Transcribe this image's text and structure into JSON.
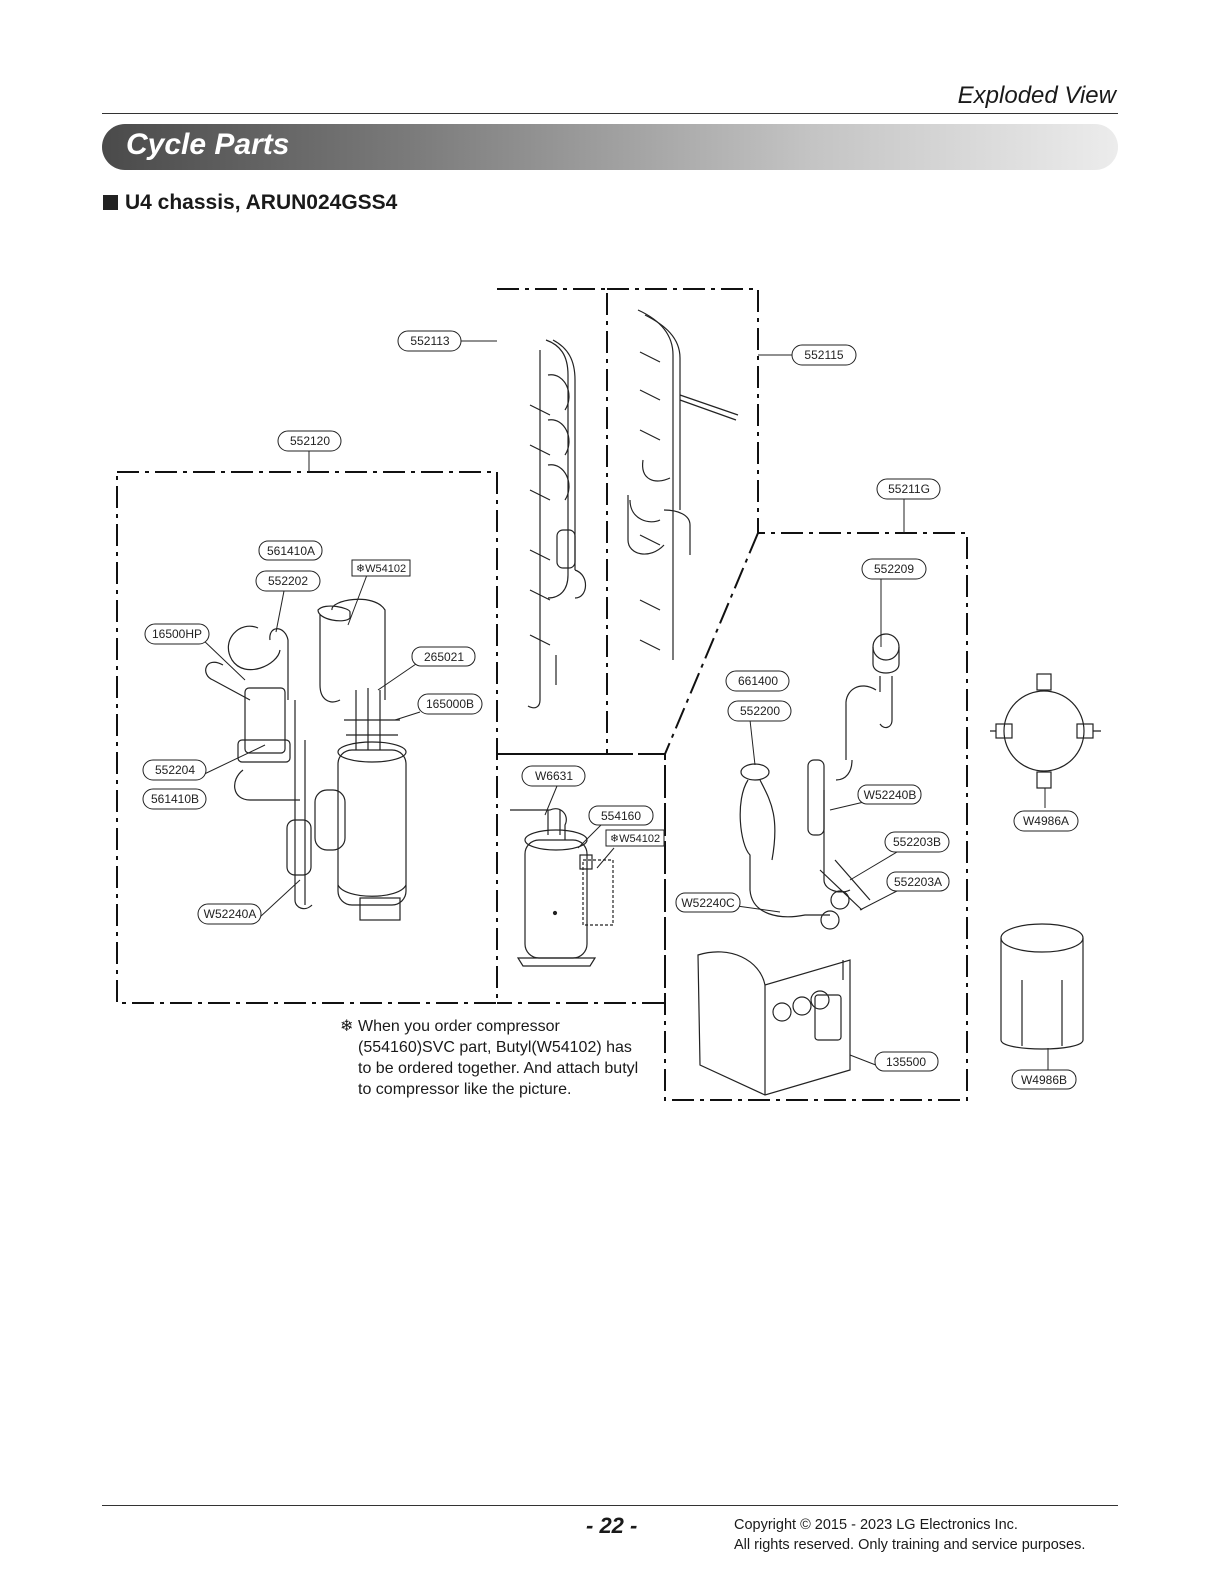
{
  "header": {
    "title": "Exploded View"
  },
  "section": {
    "title": "Cycle Parts"
  },
  "subtitle": "U4 chassis, ARUN024GSS4",
  "parts": {
    "p552113": "552113",
    "p552115": "552115",
    "p552120": "552120",
    "p55211G": "55211G",
    "p561410A": "561410A",
    "p_star_w54102_a": "❄W54102",
    "p552202": "552202",
    "p552209": "552209",
    "p16500HP": "16500HP",
    "p265021": "265021",
    "p165000B": "165000B",
    "p661400": "661400",
    "p552200": "552200",
    "p552204": "552204",
    "p561410B": "561410B",
    "pW6631": "W6631",
    "p554160": "554160",
    "p_star_w54102_b": "❄W54102",
    "pW52240B": "W52240B",
    "pW4986A": "W4986A",
    "p552203B": "552203B",
    "p552203A": "552203A",
    "pW52240C": "W52240C",
    "pW52240A": "W52240A",
    "p135500": "135500",
    "pW4986B": "W4986B"
  },
  "note": {
    "mark": "❄",
    "lines": [
      "When you order compressor",
      "(554160)SVC part, Butyl(W54102) has",
      "to be ordered together. And attach butyl",
      "to compressor like the picture."
    ]
  },
  "footer": {
    "page_number": "- 22 -",
    "copyright_line1": "Copyright © 2015 - 2023 LG Electronics Inc.",
    "copyright_line2": "All rights reserved. Only training and service purposes."
  }
}
